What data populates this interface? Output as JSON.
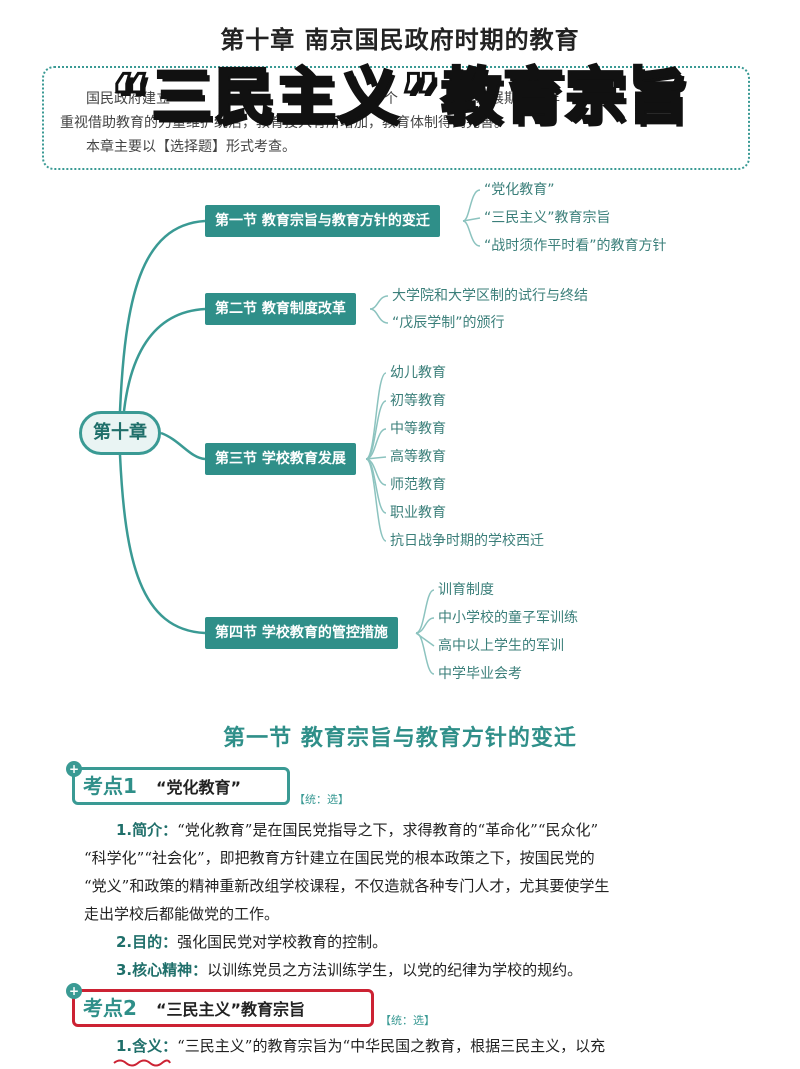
{
  "chapter_title": "第十章  南京国民政府时期的教育",
  "overlay_title": "“三民主义”教育宗旨",
  "intro": {
    "line1_left": "国民政府建立",
    "line1_mid": "个",
    "line1_right": "发展期。十年",
    "line2": "重视借助教育的力量维护统治，教育投入有所增加，教育体制得到完善。",
    "line3": "本章主要以【选择题】形式考查。"
  },
  "mindmap": {
    "root": "第十章",
    "sections": [
      {
        "label": "第一节  教育宗旨与教育方针的变迁",
        "leaves": [
          "“党化教育”",
          "“三民主义”教育宗旨",
          "“战时须作平时看”的教育方针"
        ]
      },
      {
        "label": "第二节  教育制度改革",
        "leaves": [
          "大学院和大学区制的试行与终结",
          "“戊辰学制”的颁行"
        ]
      },
      {
        "label": "第三节  学校教育发展",
        "leaves": [
          "幼儿教育",
          "初等教育",
          "中等教育",
          "高等教育",
          "师范教育",
          "职业教育",
          "抗日战争时期的学校西迁"
        ]
      },
      {
        "label": "第四节  学校教育的管控措施",
        "leaves": [
          "训育制度",
          "中小学校的童子军训练",
          "高中以上学生的军训",
          "中学毕业会考"
        ]
      }
    ]
  },
  "section_heading": "第一节  教育宗旨与教育方针的变迁",
  "kp1": {
    "num": "考点1",
    "title": "“党化教育”",
    "tag": "【统：选】",
    "p1_label": "1.简介：",
    "p1_l1": "“党化教育”是在国民党指导之下，求得教育的“革命化”“民众化”",
    "p1_l2": "“科学化”“社会化”，即把教育方针建立在国民党的根本政策之下，按国民党的",
    "p1_l3": "“党义”和政策的精神重新改组学校课程，不仅造就各种专门人才，尤其要使学生",
    "p1_l4": "走出学校后都能做党的工作。",
    "p2_label": "2.目的：",
    "p2": "强化国民党对学校教育的控制。",
    "p3_label": "3.核心精神：",
    "p3": "以训练党员之方法训练学生，以党的纪律为学校的规约。"
  },
  "kp2": {
    "num": "考点2",
    "title": "“三民主义”教育宗旨",
    "tag": "【统：选】",
    "p1_label": "1.含义：",
    "p1": "“三民主义”的教育宗旨为“中华民国之教育，根据三民主义，以充"
  },
  "colors": {
    "teal": "#2f8f89",
    "light_teal": "#3a9a94",
    "red": "#cc2233"
  }
}
